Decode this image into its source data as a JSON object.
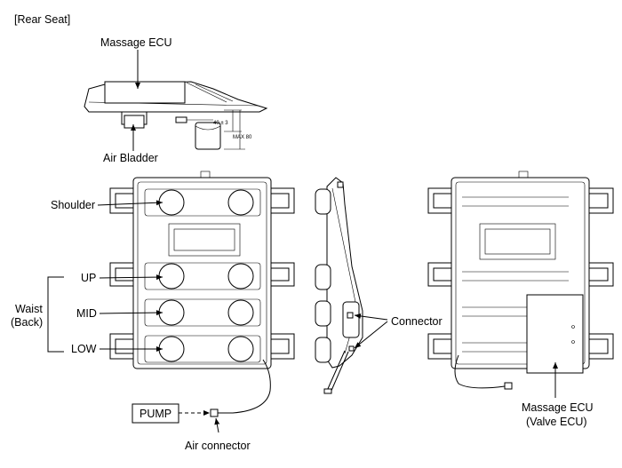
{
  "section_title": "[Rear Seat]",
  "labels": {
    "massage_ecu_top": "Massage ECU",
    "air_bladder": "Air Bladder",
    "shoulder": "Shoulder",
    "up": "UP",
    "mid": "MID",
    "low": "LOW",
    "waist_line1": "Waist",
    "waist_line2": "(Back)",
    "connector": "Connector",
    "pump": "PUMP",
    "air_connector": "Air connector",
    "massage_ecu_line1": "Massage ECU",
    "massage_ecu_line2": "(Valve ECU)"
  },
  "dimensions": {
    "offset": "40 ± 3",
    "max_height": "MAX 80"
  }
}
